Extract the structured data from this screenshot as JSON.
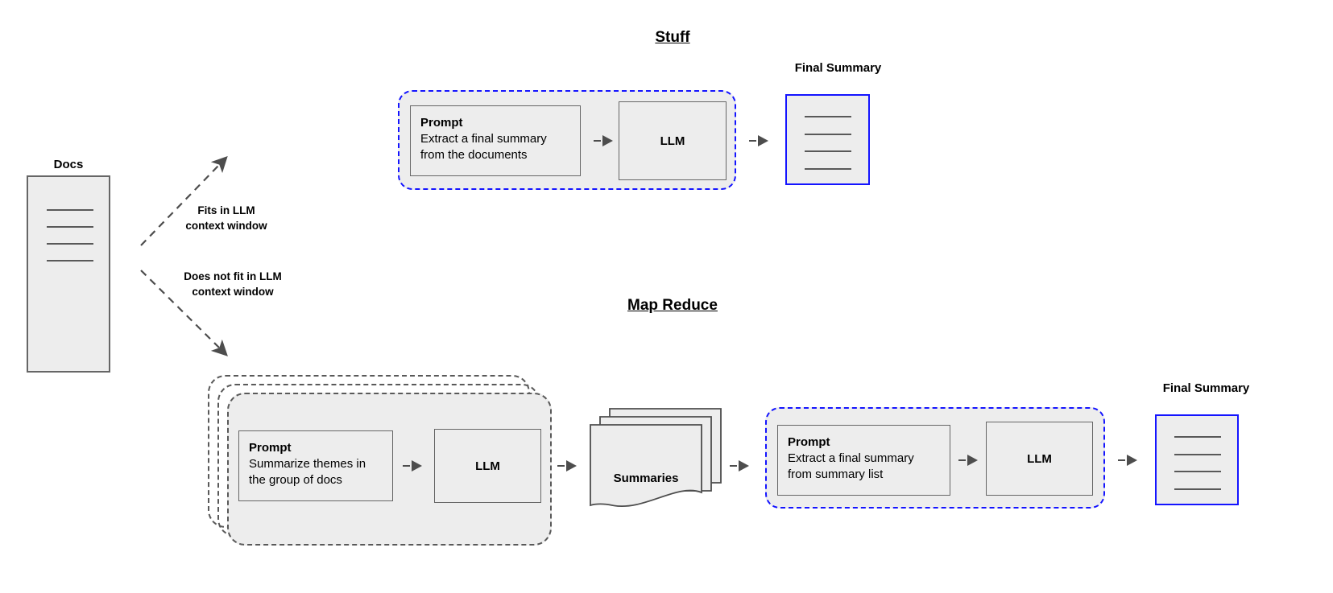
{
  "diagram": {
    "docs": {
      "label": "Docs",
      "line_count": 4
    },
    "branches": [
      {
        "name": "fits",
        "label": "Fits in LLM\ncontext window"
      },
      {
        "name": "does-not-fit",
        "label": "Does not fit in LLM\ncontext window"
      }
    ],
    "stuff": {
      "title": "Stuff",
      "prompt": {
        "title": "Prompt",
        "body": "Extract a final summary\nfrom the documents"
      },
      "llm": "LLM",
      "final_summary": {
        "label": "Final\nSummary",
        "line_count": 4
      }
    },
    "map_reduce": {
      "title": "Map Reduce",
      "map_stage": {
        "stack_count": 3,
        "prompt": {
          "title": "Prompt",
          "body": "Summarize themes in\nthe group of docs"
        },
        "llm": "LLM"
      },
      "summaries": {
        "label": "Summaries",
        "stack_count": 3
      },
      "reduce_stage": {
        "prompt": {
          "title": "Prompt",
          "body": "Extract a final summary\nfrom summary list"
        },
        "llm": "LLM"
      },
      "final_summary": {
        "label": "Final\nSummary",
        "line_count": 4
      }
    },
    "colors": {
      "fill": "#ededed",
      "stroke": "#666666",
      "accent_blue": "#1414ff",
      "arrow": "#4d4d4d",
      "dashed_gray": "#595959"
    }
  }
}
